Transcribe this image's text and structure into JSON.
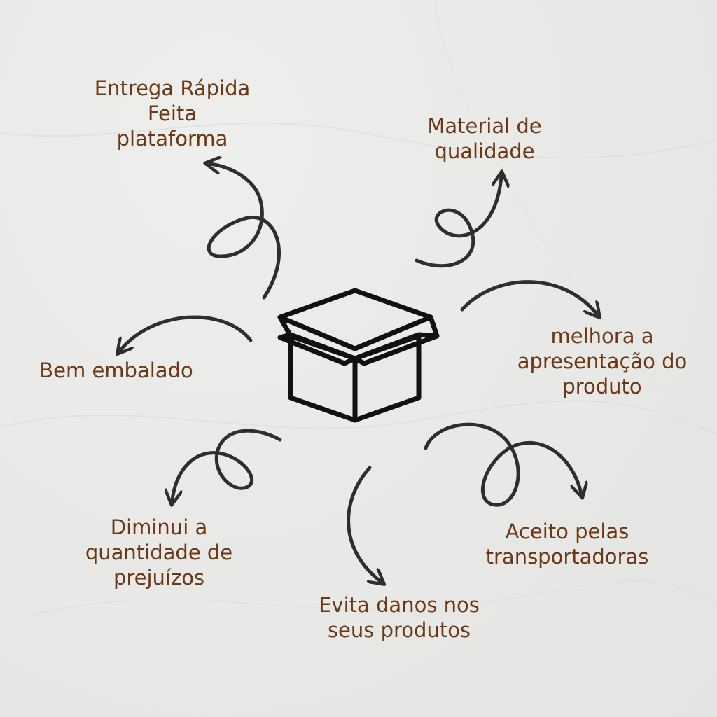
{
  "colors": {
    "background": "#e9e9e7",
    "text": "#6b3714",
    "arrow": "#2e2e2e",
    "box": "#111111"
  },
  "center_icon": "box-icon",
  "labels": {
    "fast_delivery": [
      "Entrega Rápida",
      "Feita",
      "plataforma"
    ],
    "quality_material": [
      "Material de",
      "qualidade"
    ],
    "presentation": [
      "melhora a",
      "apresentação do",
      "produto"
    ],
    "carriers": [
      "Aceito pelas",
      "transportadoras"
    ],
    "avoid_damage": [
      "Evita danos nos",
      "seus produtos"
    ],
    "reduce_losses": [
      "Diminui a",
      "quantidade de",
      "prejuízos"
    ],
    "well_packed": [
      "Bem embalado"
    ]
  }
}
